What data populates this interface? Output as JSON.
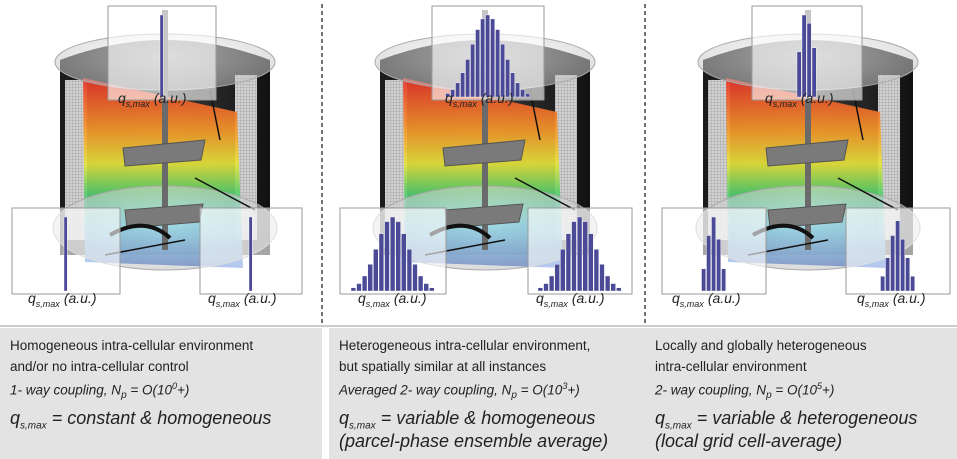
{
  "axis_label": {
    "q": "q",
    "sub": "s,max",
    "unit": "(a.u.)"
  },
  "colors": {
    "bar": "#4b4a96",
    "caption_bg": "#e3e3e3",
    "divider": "#444444"
  },
  "icons": [
    "bioreactor-vessel",
    "impeller",
    "cfd-flow-field"
  ],
  "panels": [
    {
      "caption": {
        "line1": "Homogeneous intra-cellular environment",
        "line2": "and/or no intra-cellular control",
        "coupling": "1- way coupling, N",
        "coupling_sub": "p",
        "coupling_eq": " = O(10",
        "coupling_sup": "0",
        "coupling_end": "+)",
        "q": "q",
        "q_sub": "s,max",
        "q_text": " = constant & homogeneous",
        "q_text2": ""
      }
    },
    {
      "caption": {
        "line1": "Heterogeneous intra-cellular environment,",
        "line2": "but spatially similar at all instances",
        "coupling": "Averaged 2- way coupling, N",
        "coupling_sub": "p",
        "coupling_eq": " = O(10",
        "coupling_sup": "3",
        "coupling_end": "+)",
        "q": "q",
        "q_sub": "s,max",
        "q_text": " = variable & homogeneous",
        "q_text2": "(parcel-phase ensemble average)"
      }
    },
    {
      "caption": {
        "line1": "Locally and globally heterogeneous",
        "line2": "intra-cellular environment",
        "coupling": "2- way coupling, N",
        "coupling_sub": "p",
        "coupling_eq": " = O(10",
        "coupling_sup": "5",
        "coupling_end": "+)",
        "q": "q",
        "q_sub": "s,max",
        "q_text": " = variable & heterogeneous",
        "q_text2": "(local grid cell-average)"
      }
    }
  ]
}
